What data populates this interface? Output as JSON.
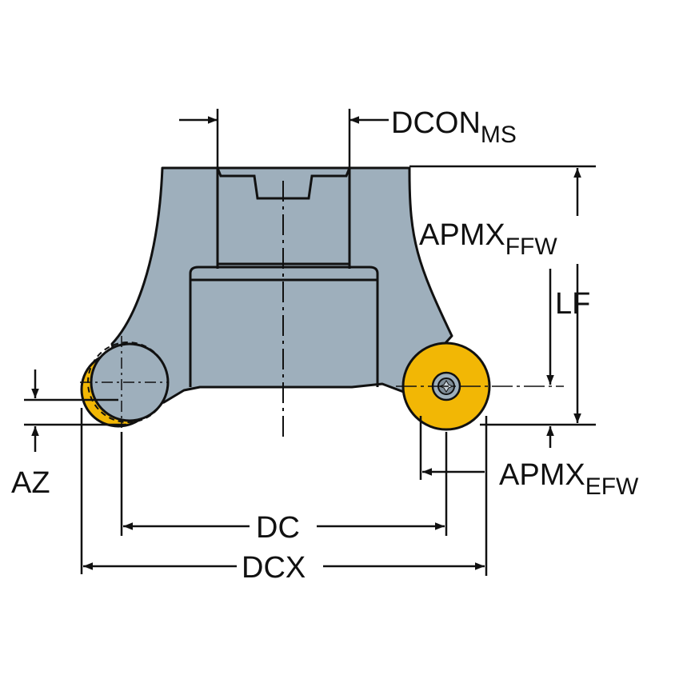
{
  "labels": {
    "dcon": "DCON",
    "dcon_sub": "MS",
    "apmx_ffw": "APMX",
    "apmx_ffw_sub": "FFW",
    "lf": "LF",
    "apmx_efw": "APMX",
    "apmx_efw_sub": "EFW",
    "az": "AZ",
    "dc": "DC",
    "dcx": "DCX"
  },
  "colors": {
    "body": "#9eafbc",
    "insert": "#f2b705",
    "line": "#111111"
  }
}
